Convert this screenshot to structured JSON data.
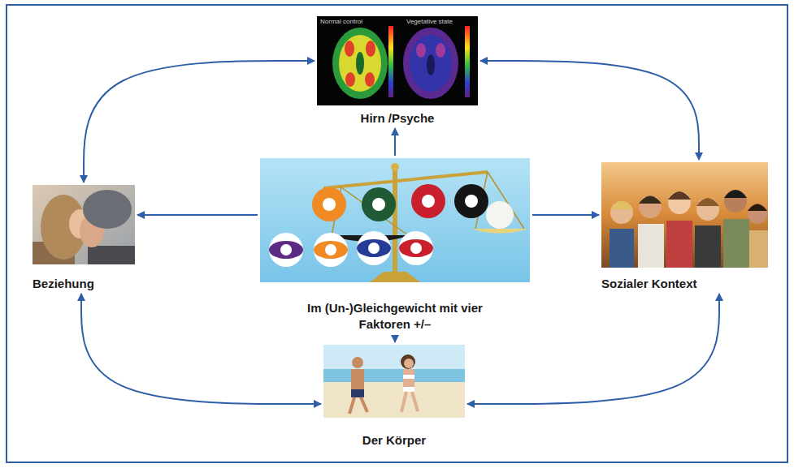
{
  "diagram": {
    "nodes": [
      {
        "text": [
          "Hirn /Psyche"
        ]
      },
      {
        "text": [
          "Beziehung"
        ]
      },
      {
        "text": [
          "Im (Un-)Gleichgewicht mit vier Faktoren +/–"
        ]
      },
      {
        "text": [
          "Sozialer Kontext"
        ]
      },
      {
        "text": [
          "Der Körper"
        ]
      }
    ],
    "edges": [
      {
        "from": 2,
        "to": 0,
        "arrow": "to"
      },
      {
        "from": 2,
        "to": 1,
        "arrow": "to"
      },
      {
        "from": 2,
        "to": 3,
        "arrow": "to"
      },
      {
        "from": 2,
        "to": 4,
        "arrow": "to"
      },
      {
        "from": 0,
        "to": 1,
        "arrow": "both"
      },
      {
        "from": 0,
        "to": 3,
        "arrow": "both"
      },
      {
        "from": 1,
        "to": 4,
        "arrow": "both"
      },
      {
        "from": 4,
        "to": 3,
        "arrow": "both"
      }
    ],
    "labels": [
      "Normal control",
      "Vegetative state"
    ]
  }
}
